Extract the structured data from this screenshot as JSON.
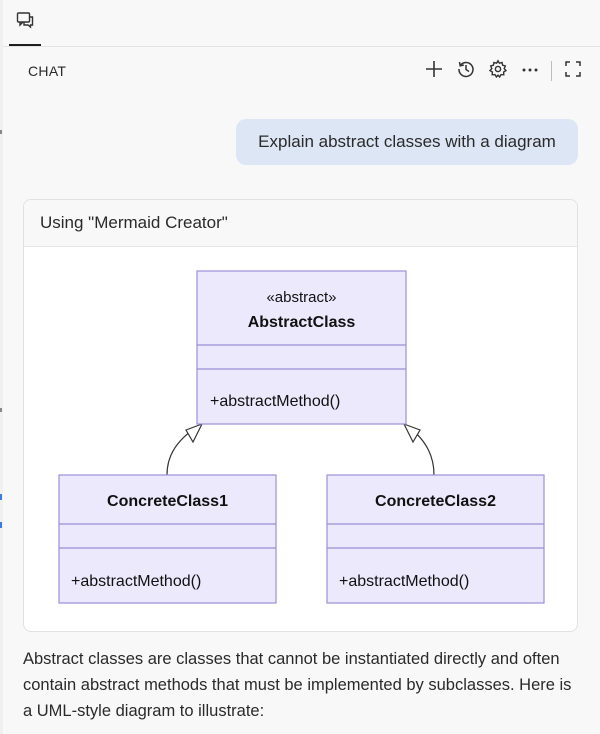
{
  "chat": {
    "title": "CHAT",
    "actions": [
      "new-chat",
      "history",
      "settings",
      "more"
    ],
    "user_message": "Explain abstract classes with a diagram",
    "tool": {
      "label": "Using \"Mermaid Creator\"",
      "diagram": {
        "abstract_stereotype": "«abstract»",
        "abstract_class": "AbstractClass",
        "abstract_method": "+abstractMethod()",
        "concrete1": "ConcreteClass1",
        "concrete1_method": "+abstractMethod()",
        "concrete2": "ConcreteClass2",
        "concrete2_method": "+abstractMethod()"
      }
    },
    "answer": "Abstract classes are classes that cannot be instantiated directly and often contain abstract methods that must be implemented by subclasses. Here is a UML-style diagram to illustrate:"
  },
  "colors": {
    "class_fill": "#ece9fc",
    "class_stroke": "#9d8fd8",
    "user_bubble": "#dde6f5"
  }
}
